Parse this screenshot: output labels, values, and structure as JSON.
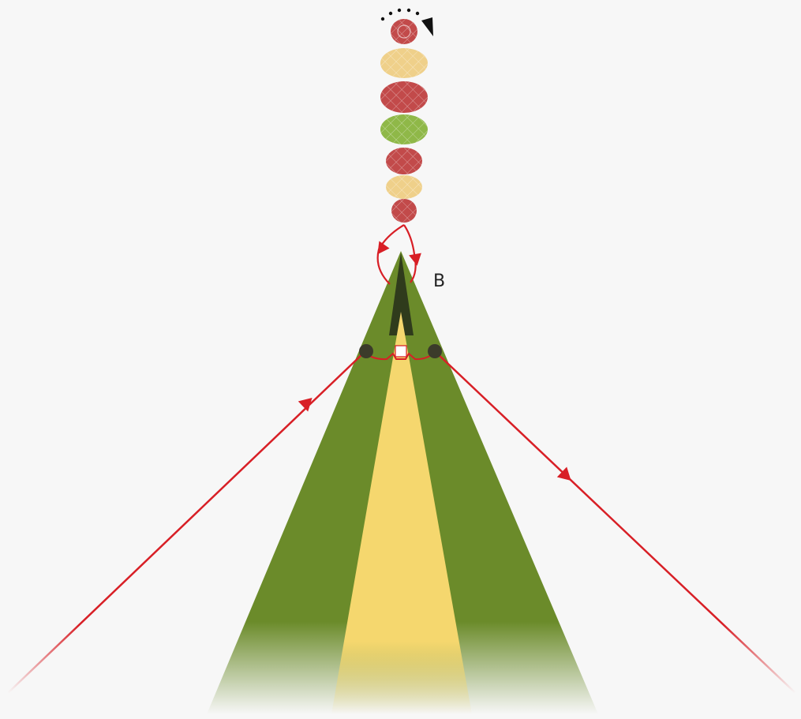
{
  "diagram": {
    "labels": {
      "b": "B"
    },
    "colors": {
      "background": "#f7f7f7",
      "leaf_green": "#6b8b2a",
      "leaf_tip_dark": "#2f3b1c",
      "core_yellow": "#f5d76e",
      "thread_red": "#d81f26",
      "bead_red": "#c24a4a",
      "bead_cream": "#efd08a",
      "bead_green": "#8fb848",
      "knot_dark": "#3b3b2a"
    },
    "beads": [
      {
        "name": "bead-1",
        "color": "red"
      },
      {
        "name": "bead-2",
        "color": "cream"
      },
      {
        "name": "bead-3",
        "color": "red"
      },
      {
        "name": "bead-4",
        "color": "green"
      },
      {
        "name": "bead-5",
        "color": "red"
      },
      {
        "name": "bead-6",
        "color": "cream"
      },
      {
        "name": "bead-7",
        "color": "red"
      }
    ],
    "icons": {
      "rotation": "dotted-rotation-arrow-icon",
      "thread_arrow": "arrowhead-icon"
    }
  }
}
